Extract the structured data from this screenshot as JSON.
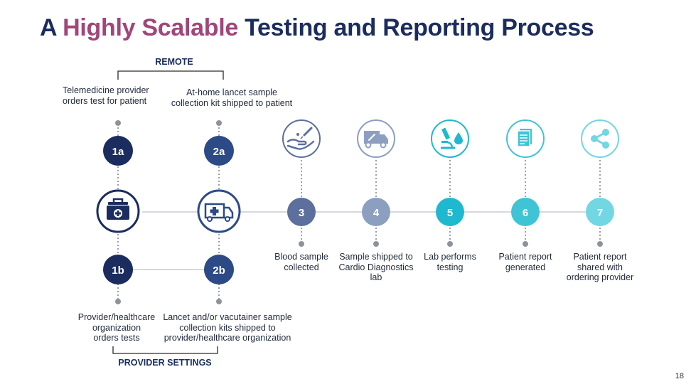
{
  "title": {
    "prefix": "A ",
    "accent": "Highly Scalable",
    "rest": " Testing and Reporting Process"
  },
  "remote_heading": "REMOTE",
  "provider_heading": "PROVIDER SETTINGS",
  "steps": {
    "1a": {
      "badge": "1a",
      "label_line1": "Telemedicine provider",
      "label_line2": "orders test for patient"
    },
    "2a": {
      "badge": "2a",
      "label_line1": "At-home lancet sample",
      "label_line2": "collection kit shipped to patient"
    },
    "1b": {
      "badge": "1b",
      "label_line1": "Provider/healthcare",
      "label_line2": "organization",
      "label_line3": "orders tests"
    },
    "2b": {
      "badge": "2b",
      "label_line1": "Lancet and/or vacutainer sample",
      "label_line2": "collection kits shipped to",
      "label_line3": "provider/healthcare organization"
    },
    "3": {
      "badge": "3",
      "label_line1": "Blood sample",
      "label_line2": "collected",
      "icon": "hand-lancet-icon"
    },
    "4": {
      "badge": "4",
      "label_line1": "Sample shipped to",
      "label_line2": "Cardio Diagnostics",
      "label_line3": "lab",
      "icon": "delivery-truck-icon"
    },
    "5": {
      "badge": "5",
      "label_line1": "Lab performs",
      "label_line2": "testing",
      "icon": "microscope-icon"
    },
    "6": {
      "badge": "6",
      "label_line1": "Patient report",
      "label_line2": "generated",
      "icon": "document-icon"
    },
    "7": {
      "badge": "7",
      "label_line1": "Patient report",
      "label_line2": "shared with",
      "label_line3": "ordering provider",
      "icon": "share-icon"
    }
  },
  "page_number": "18",
  "colors": {
    "navy": "#1b2c5e",
    "accent": "#a1457a",
    "step3": "#5d6f9c",
    "step4": "#8d9fc1",
    "step5": "#1fb9cf",
    "step6": "#3fc4d6",
    "step7": "#72d6e3",
    "connector": "#c9ccd3"
  }
}
